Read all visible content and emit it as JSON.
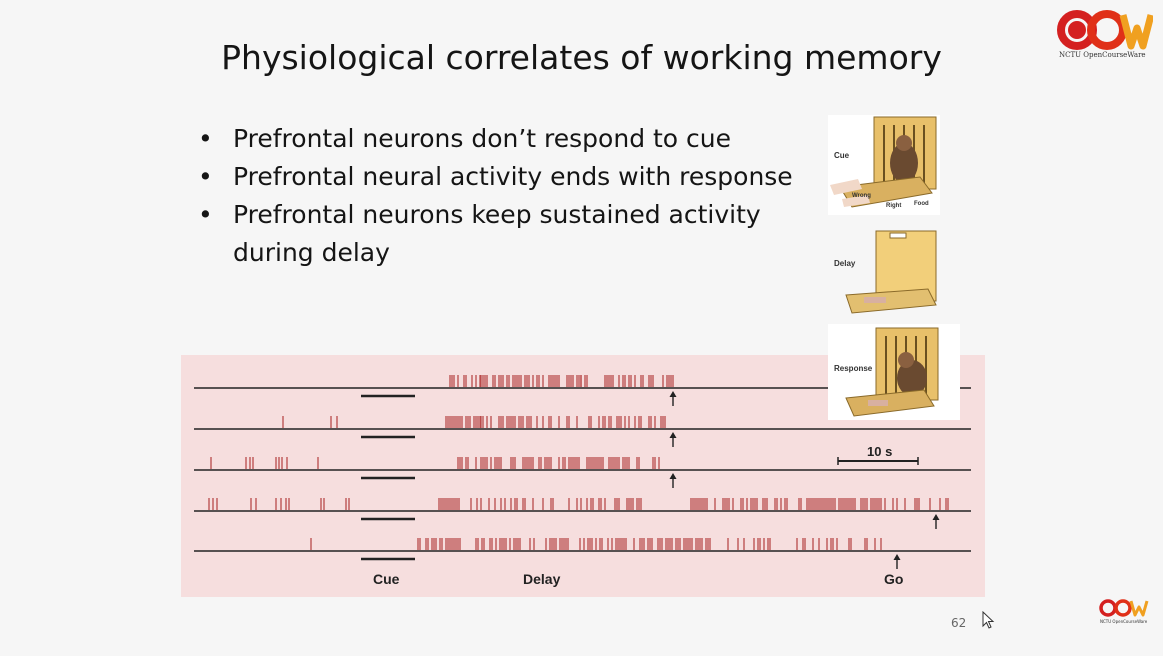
{
  "slide": {
    "title": "Physiological correlates of working memory",
    "bullets": [
      "Prefrontal neurons don’t respond to cue",
      "Prefrontal neural activity ends with response",
      "Prefrontal neurons keep sustained activity during delay"
    ],
    "page_number": "62"
  },
  "logo": {
    "top_caption": "NCTU OpenCourseWare",
    "bottom_caption": "NCTU OpenCourseWare"
  },
  "figure": {
    "stages": {
      "cue": "Cue",
      "delay": "Delay",
      "response": "Response"
    },
    "small_labels": {
      "wrong": "Wrong",
      "right": "Right",
      "food": "Food"
    },
    "scale_bar": "10 s",
    "axis_labels": {
      "cue": "Cue",
      "delay": "Delay",
      "go": "Go"
    },
    "colors": {
      "spike": "#b94a4a",
      "background": "#f6dede",
      "box": "#f2cf7a"
    }
  }
}
